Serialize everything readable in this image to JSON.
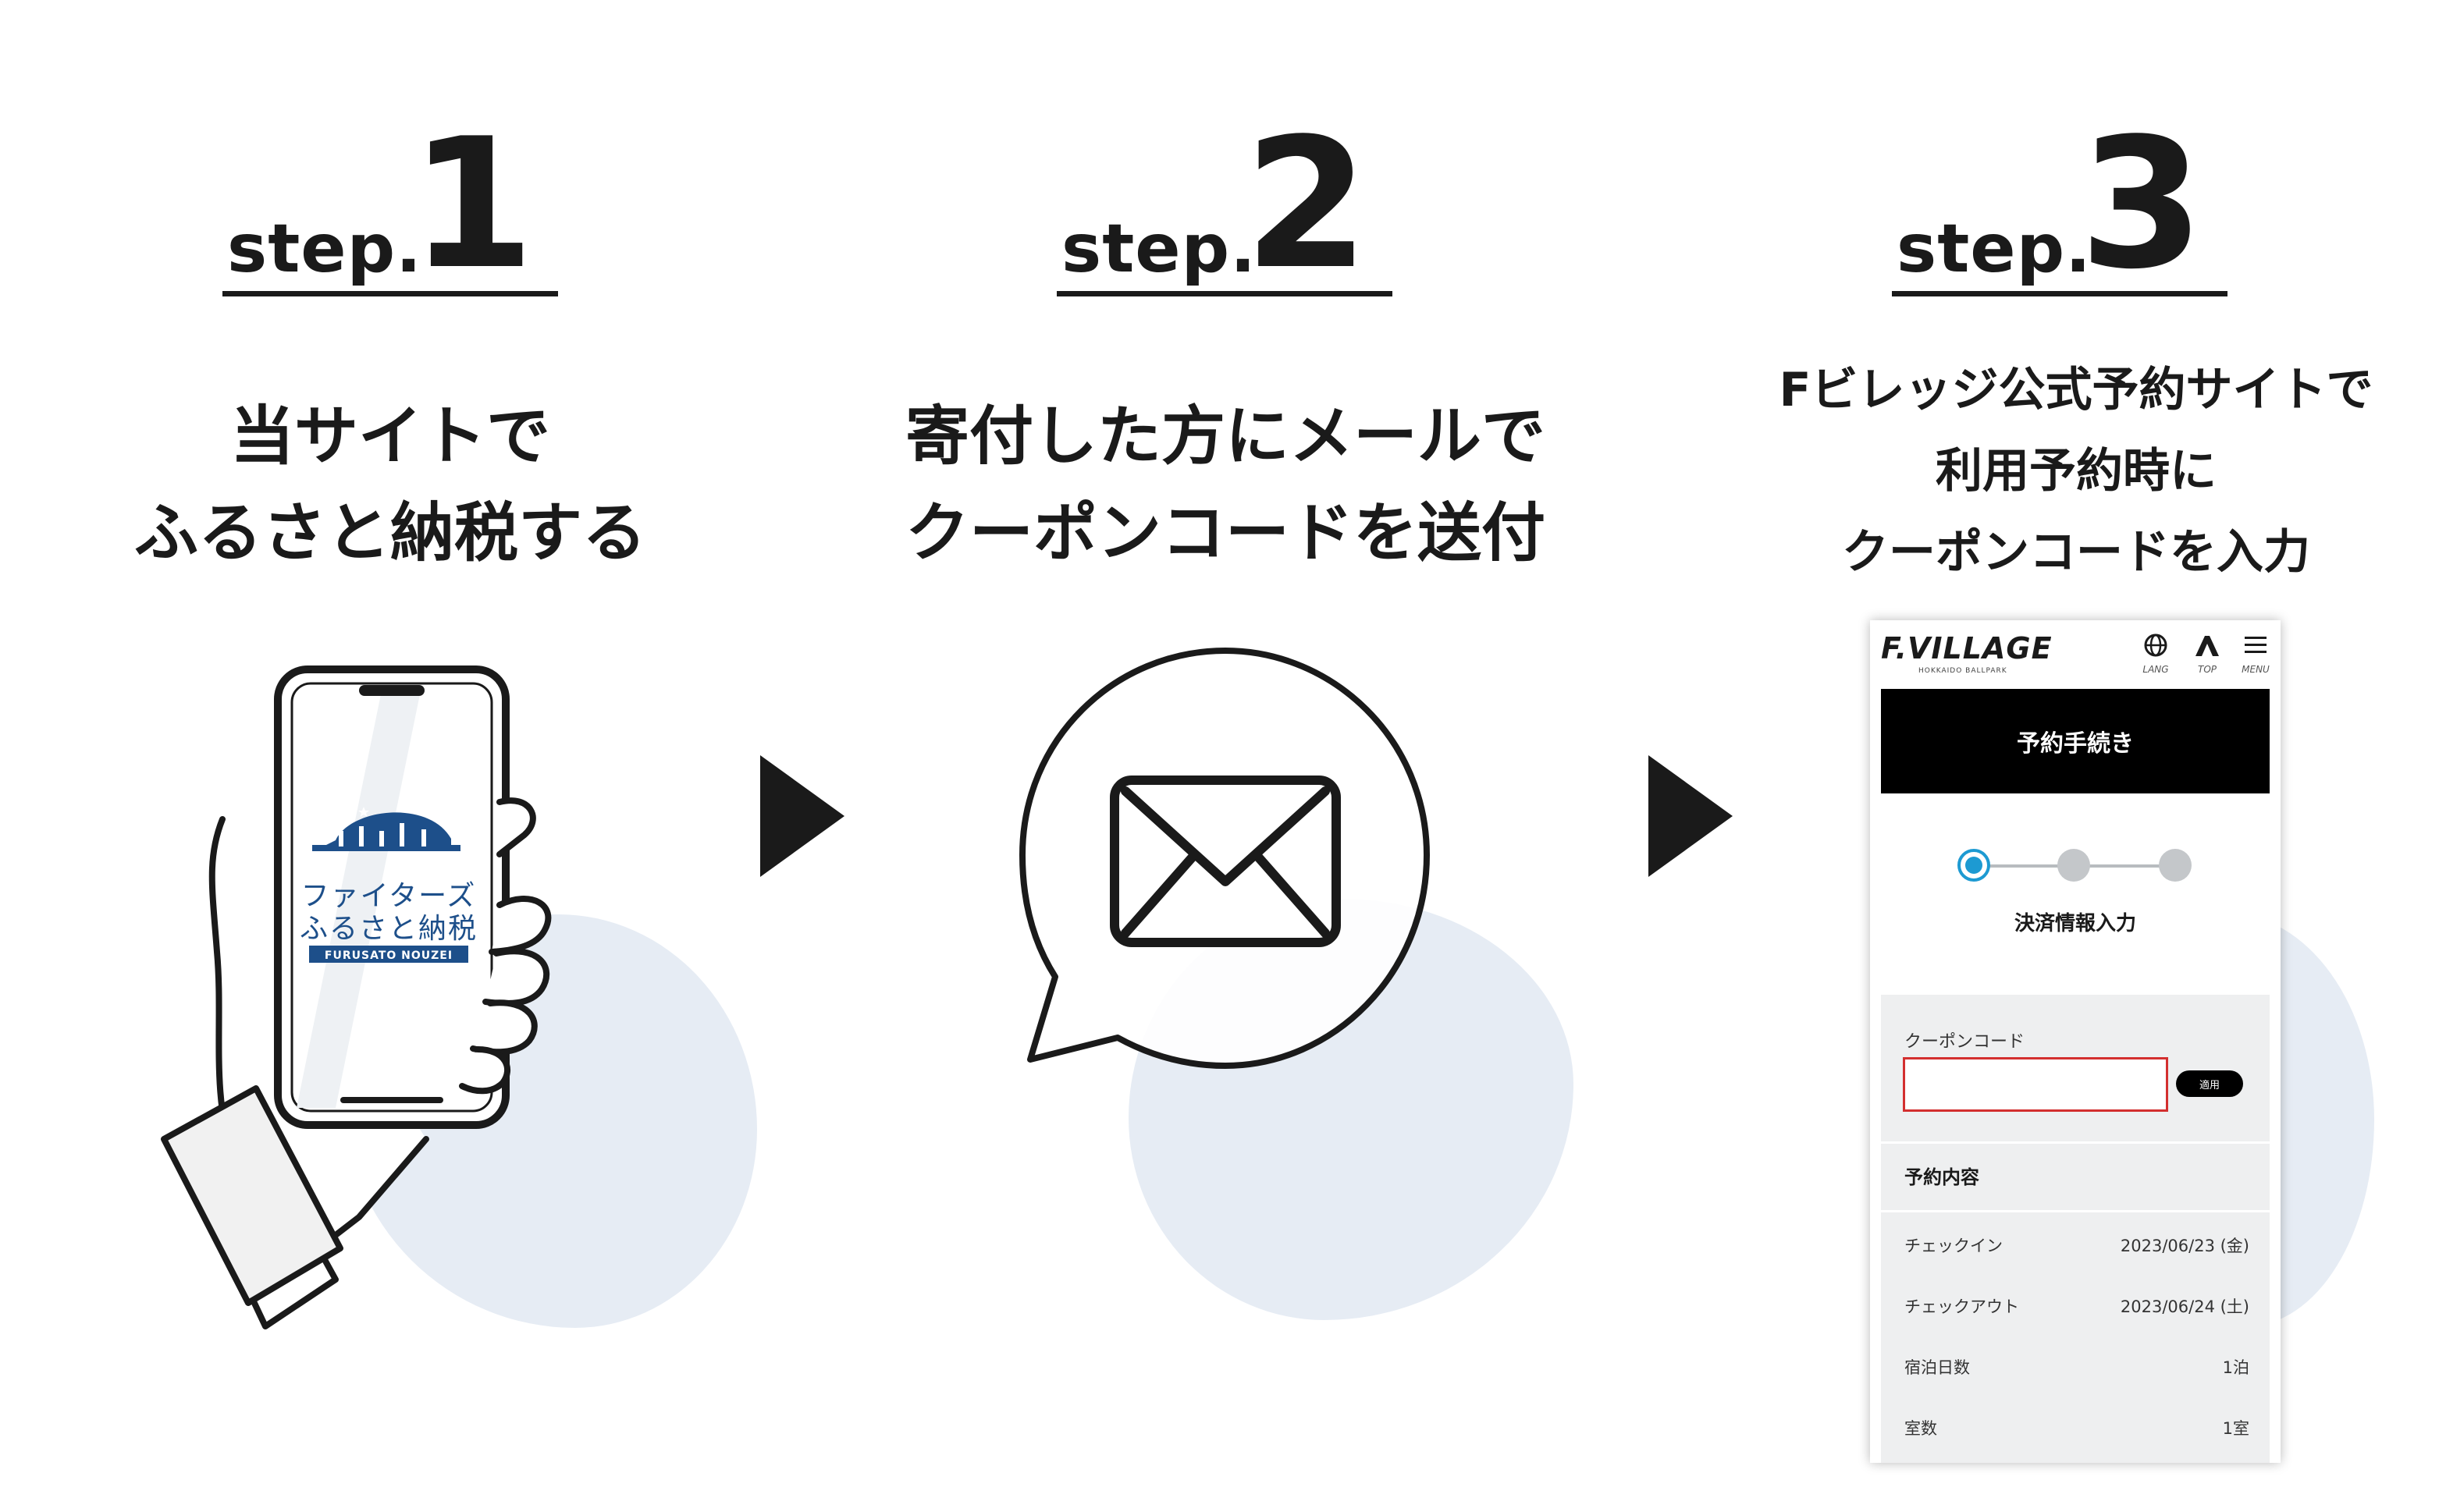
{
  "steps": [
    {
      "word": "step.",
      "number": "1",
      "lines": [
        "当サイトで",
        "ふるさと納税する"
      ]
    },
    {
      "word": "step.",
      "number": "2",
      "lines": [
        "寄付した方にメールで",
        "クーポンコードを送付"
      ]
    },
    {
      "word": "step.",
      "number": "3",
      "lines": [
        "Fビレッジ公式予約サイトで",
        "利用予約時に",
        "クーポンコードを入力"
      ]
    }
  ],
  "phone_app": {
    "title_lines": [
      "ファイターズ",
      "ふるさと納税"
    ],
    "subtitle": "FURUSATO NOUZEI",
    "accent": "#1d4f8a"
  },
  "booking": {
    "logo": "F.VILLAGE",
    "logo_sub": "HOKKAIDO BALLPARK",
    "nav": [
      {
        "icon": "globe-icon",
        "label": "LANG"
      },
      {
        "icon": "top-icon",
        "label": "TOP"
      },
      {
        "icon": "menu-icon",
        "label": "MENU"
      }
    ],
    "page_title": "予約手続き",
    "current_step_label": "決済情報入力",
    "coupon_label": "クーポンコード",
    "coupon_value": "",
    "apply_button": "適用",
    "section_title": "予約内容",
    "rows": [
      {
        "label": "チェックイン",
        "value": "2023/06/23 (金)"
      },
      {
        "label": "チェックアウト",
        "value": "2023/06/24 (土)"
      },
      {
        "label": "宿泊日数",
        "value": "1泊"
      },
      {
        "label": "室数",
        "value": "1室"
      }
    ]
  },
  "colors": {
    "blob": "#e6ecf4",
    "active_step": "#1d9ad2",
    "input_error_border": "#d32f2f"
  }
}
